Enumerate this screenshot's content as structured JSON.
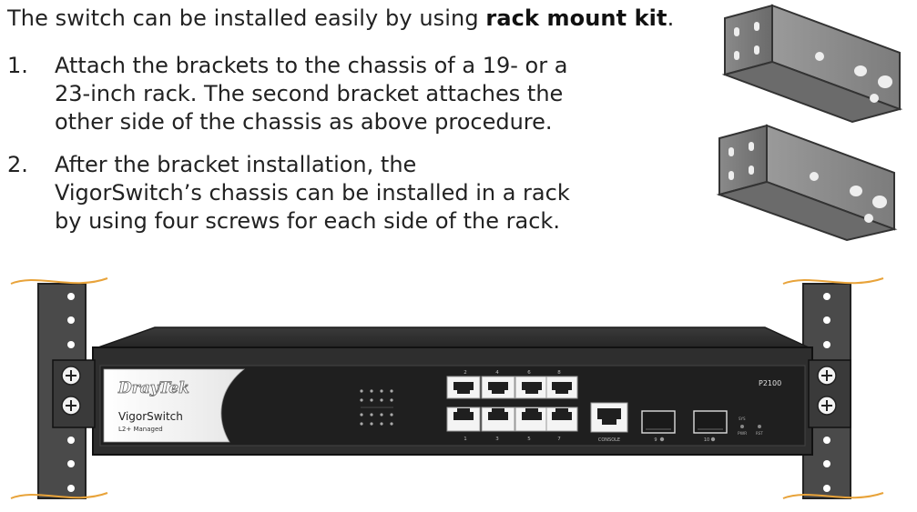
{
  "intro": {
    "before": "The switch can be installed easily by using ",
    "bold": "rack mount kit",
    "after": "."
  },
  "steps": [
    {
      "number": "1.",
      "lines": [
        "Attach the brackets to the chassis of a 19- or a",
        "23-inch rack. The second bracket attaches the",
        "other side of the chassis as above procedure."
      ]
    },
    {
      "number": "2.",
      "lines": [
        "After the bracket installation, the",
        "VigorSwitch’s chassis can be installed in a rack",
        "by using four screws for each side of the rack."
      ]
    }
  ],
  "device": {
    "brand_logo": "DrayTek",
    "name": "VigorSwitch",
    "subtitle": "L2+ Managed",
    "model": "P2100",
    "port_top_labels": [
      "2",
      "4",
      "6",
      "8"
    ],
    "port_bottom_labels": [
      "1",
      "3",
      "5",
      "7"
    ],
    "console_label": "CONSOLE",
    "sfp_labels": [
      "9",
      "10"
    ],
    "pwr_label": "PWR",
    "rst_label": "RST",
    "sys_label": "SYS"
  },
  "colors": {
    "rack_rail": "#4a4a4a",
    "chassis": "#2b2b2b",
    "rail_edge": "#e8a33a",
    "text": "#222222"
  }
}
